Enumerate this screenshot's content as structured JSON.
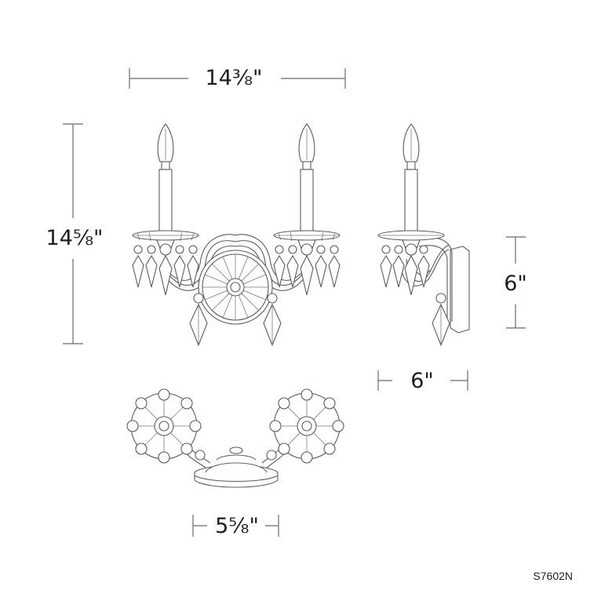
{
  "dimensions": {
    "width": "14⅜\"",
    "height": "14⅝\"",
    "side_height": "6\"",
    "depth": "6\"",
    "backplate_width": "5⅝\""
  },
  "model_number": "S7602N",
  "colors": {
    "line": "#5c5c5c",
    "text": "#1e1e1e",
    "background": "#ffffff"
  }
}
